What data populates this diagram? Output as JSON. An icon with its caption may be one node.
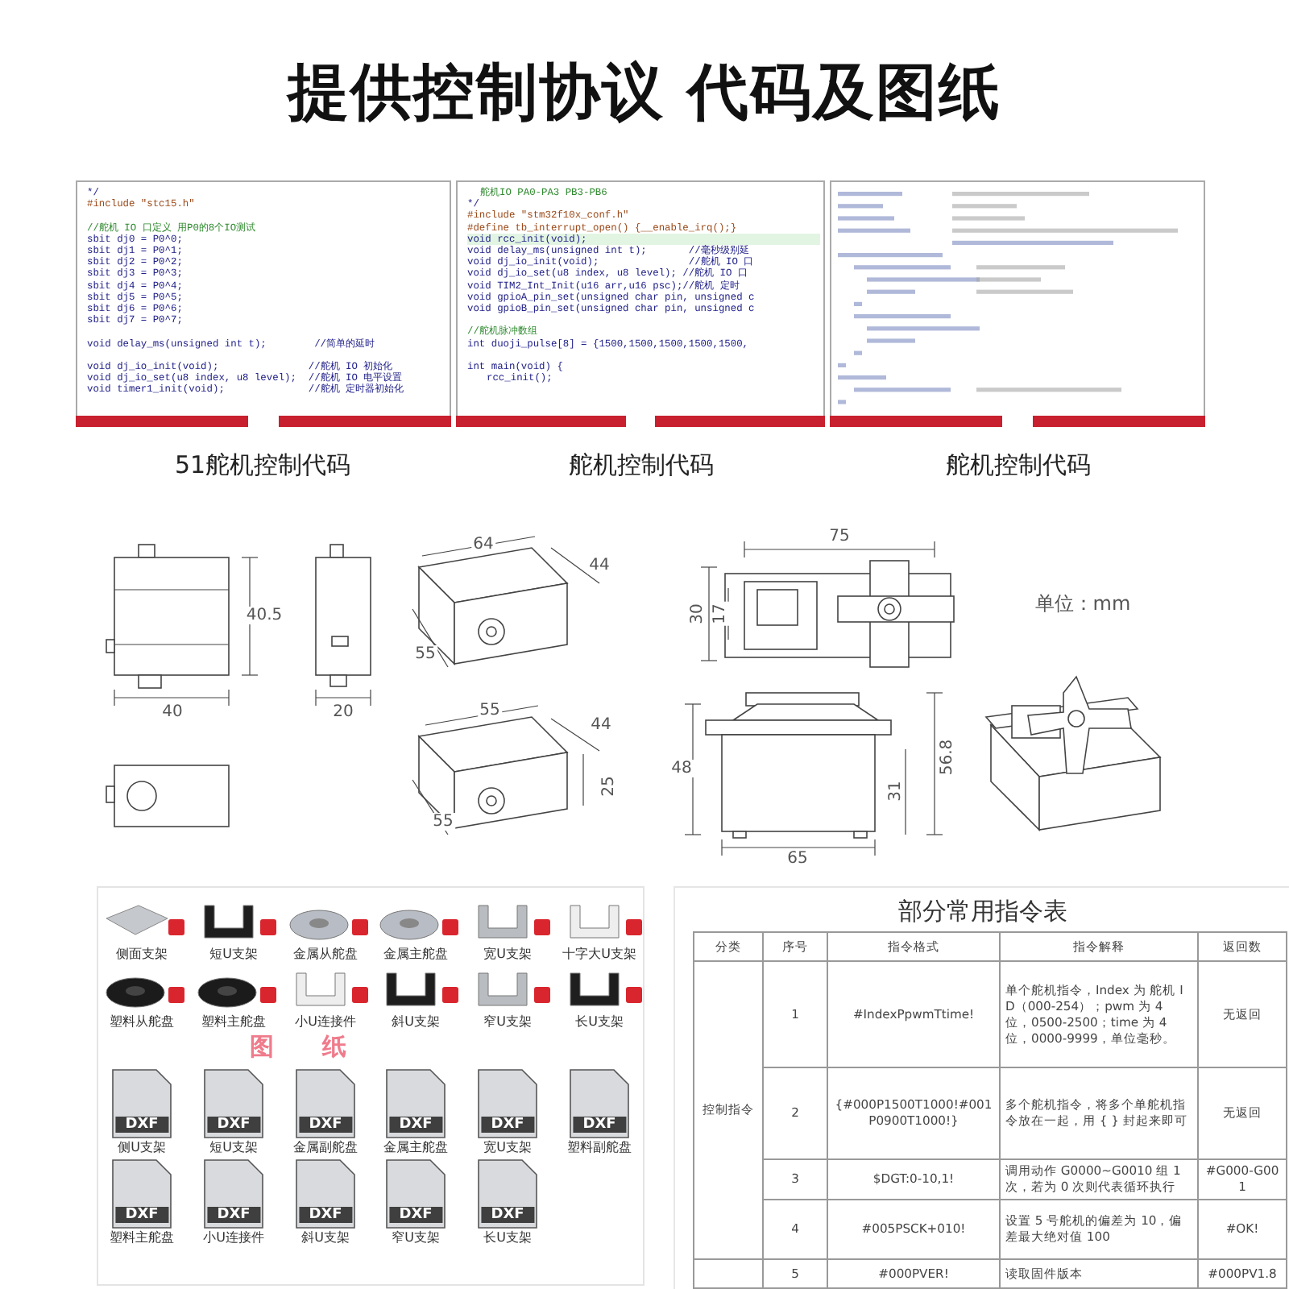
{
  "diagram": {
    "title": "提供控制协议 代码及图纸",
    "labels": [
      "51舵机控制代码",
      "舵机控制代码",
      "舵机控制代码",
      "*/",
      "#include \"stc15.h\"",
      "//舵机 IO 口定义 用P0的8个IO测试",
      "sbit dj0 = P0^0;",
      "sbit dj1 = P0^1;",
      "sbit dj2 = P0^2;",
      "sbit dj3 = P0^3;",
      "sbit dj4 = P0^4;",
      "sbit dj5 = P0^5;",
      "sbit dj6 = P0^6;",
      "sbit dj7 = P0^7;",
      "void delay_ms(unsigned int t);        //简单的延时",
      "void dj_io_init(void);               //舵机 IO 初始化",
      "void dj_io_set(u8 index, u8 level);  //舵机 IO 电平设置",
      "void timer1_init(void);              //舵机 定时器初始化",
      "舵机IO PA0-PA3 PB3-PB6",
      "*/",
      "#include \"stm32f10x_conf.h\"",
      "#define tb_interrupt_open() {__enable_irq();}",
      "void rcc_init(void);",
      "void delay_ms(unsigned int t);       //毫秒级别延",
      "void dj_io_init(void);               //舵机 IO 口",
      "void dj_io_set(u8 index, u8 level); //舵机 IO 口",
      "void TIM2_Int_Init(u16 arr,u16 psc);//舵机 定时",
      "void gpioA_pin_set(unsigned char pin, unsigned c",
      "void gpioB_pin_set(unsigned char pin, unsigned c",
      "//舵机脉冲数组",
      "int duoji_pulse[8] = {1500,1500,1500,1500,1500,",
      "int main(void) {",
      "rcc_init();",
      "40.5",
      "40",
      "20",
      "64",
      "44",
      "55",
      "55",
      "44",
      "25",
      "55",
      "75",
      "30",
      "17",
      "48",
      "31",
      "56.8",
      "65",
      "单位：mm",
      "侧面支架",
      "短U支架",
      "金属从舵盘",
      "金属主舵盘",
      "宽U支架",
      "十字大U支架",
      "塑料从舵盘",
      "塑料主舵盘",
      "小U连接件",
      "斜U支架",
      "窄U支架",
      "长U支架",
      "侧U支架",
      "短U支架",
      "金属副舵盘",
      "金属主舵盘",
      "宽U支架",
      "塑料副舵盘",
      "塑料主舵盘",
      "小U连接件",
      "斜U支架",
      "窄U支架",
      "长U支架",
      "图纸",
      "部分常用指令表",
      "分类",
      "序号",
      "指令格式",
      "指令解释",
      "返回数",
      "控制指令",
      "1",
      "#IndexPpwmTtime!",
      "单个舵机指令，Index 为 舵机 ID（000-254）；pwm 为 4 位，0500-2500；time 为 4 位，0000-9999，单位毫秒。",
      "无返回",
      "2",
      "{#000P1500T1000!#001P0900T1000!}",
      "多个舵机指令，将多个单舵机指令放在一起，用 { } 封起来即可",
      "无返回",
      "3",
      "$DGT:0-10,1!",
      "调用动作 G0000~G0010 组 1 次，若为 0 次则代表循环执行",
      "#G000-G001",
      "4",
      "#005PSCK+010!",
      "设置 5 号舵机的偏差为 10，偏差最大绝对值 100",
      "#OK!",
      "5",
      "#000PVER!",
      "读取固件版本",
      "#000PV1.8",
      "DXF",
      "DXF",
      "DXF",
      "DXF",
      "DXF",
      "DXF",
      "DXF",
      "DXF",
      "DXF",
      "DXF",
      "DXF"
    ]
  }
}
